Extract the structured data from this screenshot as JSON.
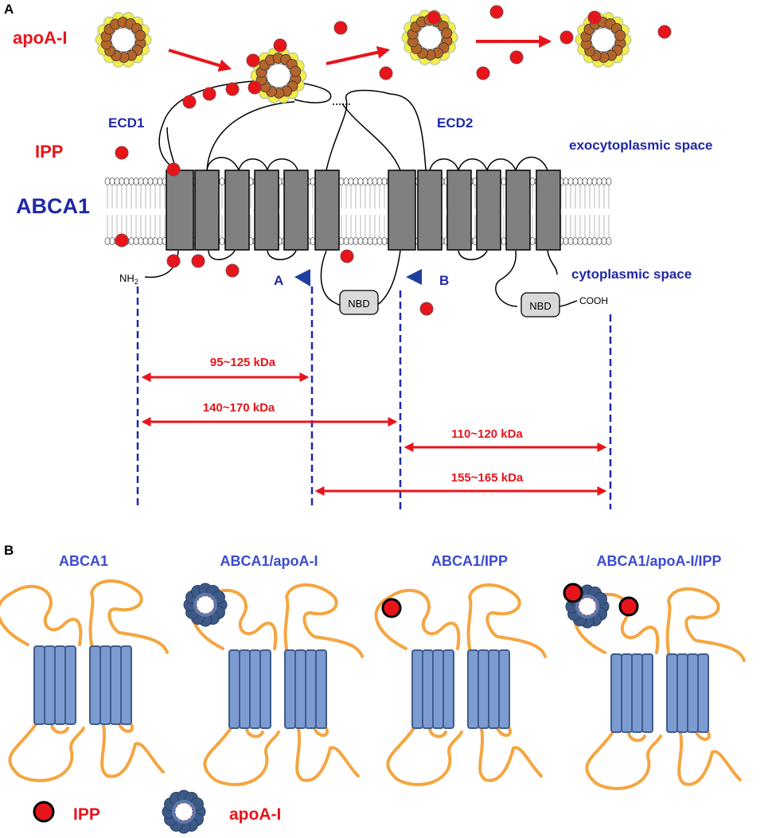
{
  "panel_a": {
    "label": "A",
    "apoa1_label": "apoA-I",
    "ipp_label": "IPP",
    "protein_label": "ABCA1",
    "ecd1": "ECD1",
    "ecd2": "ECD2",
    "exo": "exocytoplasmic space",
    "cyto": "cytoplasmic space",
    "nh2": "NH",
    "nh2_sub": "2",
    "cooh": "COOH",
    "nbd": "NBD",
    "site_a": "A",
    "site_b": "B",
    "fragments": [
      "95~125 kDa",
      "140~170 kDa",
      "110~120 kDa",
      "155~165 kDa"
    ]
  },
  "panel_b": {
    "label": "B",
    "states": [
      "ABCA1",
      "ABCA1/apoA-I",
      "ABCA1/IPP",
      "ABCA1/apoA-I/IPP"
    ],
    "legend_ipp": "IPP",
    "legend_apoa1": "apoA-I"
  },
  "colors": {
    "red": "#e8141c",
    "blue_text": "#1f28a8",
    "tm_gray": "#808080",
    "orange": "#f5a540",
    "tm_blue": "#7c9bd0"
  }
}
